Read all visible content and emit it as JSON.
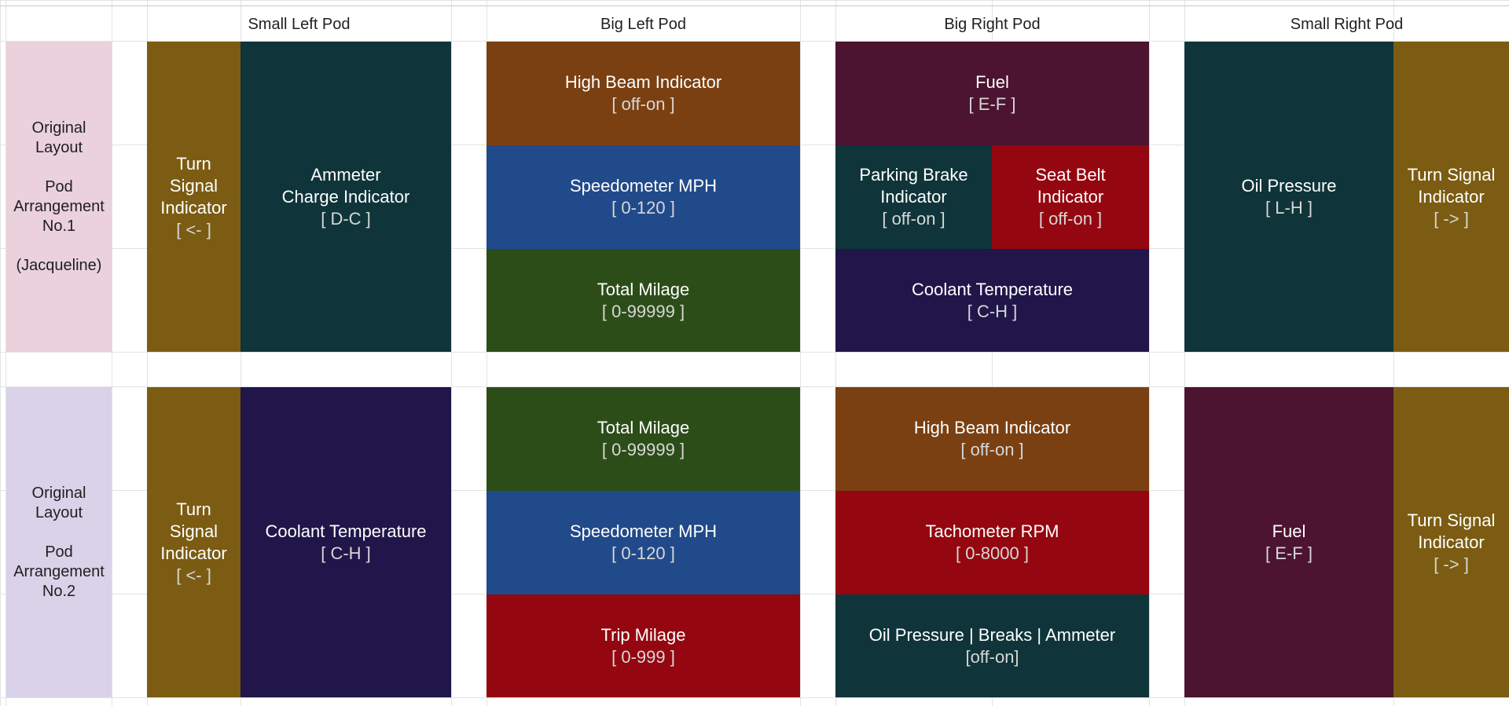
{
  "headers": [
    "Small Left Pod",
    "Big Left Pod",
    "Big Right Pod",
    "Small Right Pod"
  ],
  "colors": {
    "gold": "#7b5c12",
    "teal": "#0f353a",
    "brown": "#7a4012",
    "blue": "#214a8a",
    "green": "#2c4d18",
    "maroon": "#4c1430",
    "red": "#940710",
    "navy": "#20164a",
    "side1": "#ead1dc",
    "side2": "#d9d2e9"
  },
  "rows": [
    {
      "label": "Original\nLayout\n\nPod\nArrangement\nNo.1\n\n(Jacqueline)",
      "small_left": [
        {
          "title": "Turn\nSignal\nIndicator",
          "range": "[ <- ]",
          "color": "gold"
        },
        {
          "title": "Ammeter\nCharge Indicator",
          "range": "[ D-C ]",
          "color": "teal"
        }
      ],
      "big_left": [
        {
          "title": "High Beam Indicator",
          "range": "[ off-on ]",
          "color": "brown"
        },
        {
          "title": "Speedometer MPH",
          "range": "[ 0-120 ]",
          "color": "blue"
        },
        {
          "title": "Total Milage",
          "range": "[ 0-99999 ]",
          "color": "green"
        }
      ],
      "big_right": [
        {
          "title": "Fuel",
          "range": "[ E-F ]",
          "color": "maroon"
        },
        {
          "title": "Parking Brake\nIndicator",
          "range": "[ off-on ]",
          "color": "teal"
        },
        {
          "title": "Seat Belt\nIndicator",
          "range": "[ off-on ]",
          "color": "red"
        },
        {
          "title": "Coolant Temperature",
          "range": "[ C-H ]",
          "color": "navy"
        }
      ],
      "small_right": [
        {
          "title": "Oil Pressure",
          "range": "[ L-H ]",
          "color": "teal"
        },
        {
          "title": "Turn Signal\nIndicator",
          "range": "[ -> ]",
          "color": "gold"
        }
      ]
    },
    {
      "label": "Original\nLayout\n\nPod\nArrangement\nNo.2",
      "small_left": [
        {
          "title": "Turn\nSignal\nIndicator",
          "range": "[ <- ]",
          "color": "gold"
        },
        {
          "title": "Coolant Temperature",
          "range": "[ C-H ]",
          "color": "navy"
        }
      ],
      "big_left": [
        {
          "title": "Total Milage",
          "range": "[ 0-99999 ]",
          "color": "green"
        },
        {
          "title": "Speedometer MPH",
          "range": "[ 0-120 ]",
          "color": "blue"
        },
        {
          "title": "Trip Milage",
          "range": "[ 0-999 ]",
          "color": "red"
        }
      ],
      "big_right": [
        {
          "title": "High Beam Indicator",
          "range": "[ off-on ]",
          "color": "brown"
        },
        {
          "title": "Tachometer RPM",
          "range": "[ 0-8000 ]",
          "color": "red"
        },
        {
          "title": "Oil Pressure | Breaks | Ammeter",
          "range": "[off-on]",
          "color": "teal"
        }
      ],
      "small_right": [
        {
          "title": "Fuel",
          "range": "[ E-F ]",
          "color": "maroon"
        },
        {
          "title": "Turn Signal\nIndicator",
          "range": "[ -> ]",
          "color": "gold"
        }
      ]
    }
  ]
}
